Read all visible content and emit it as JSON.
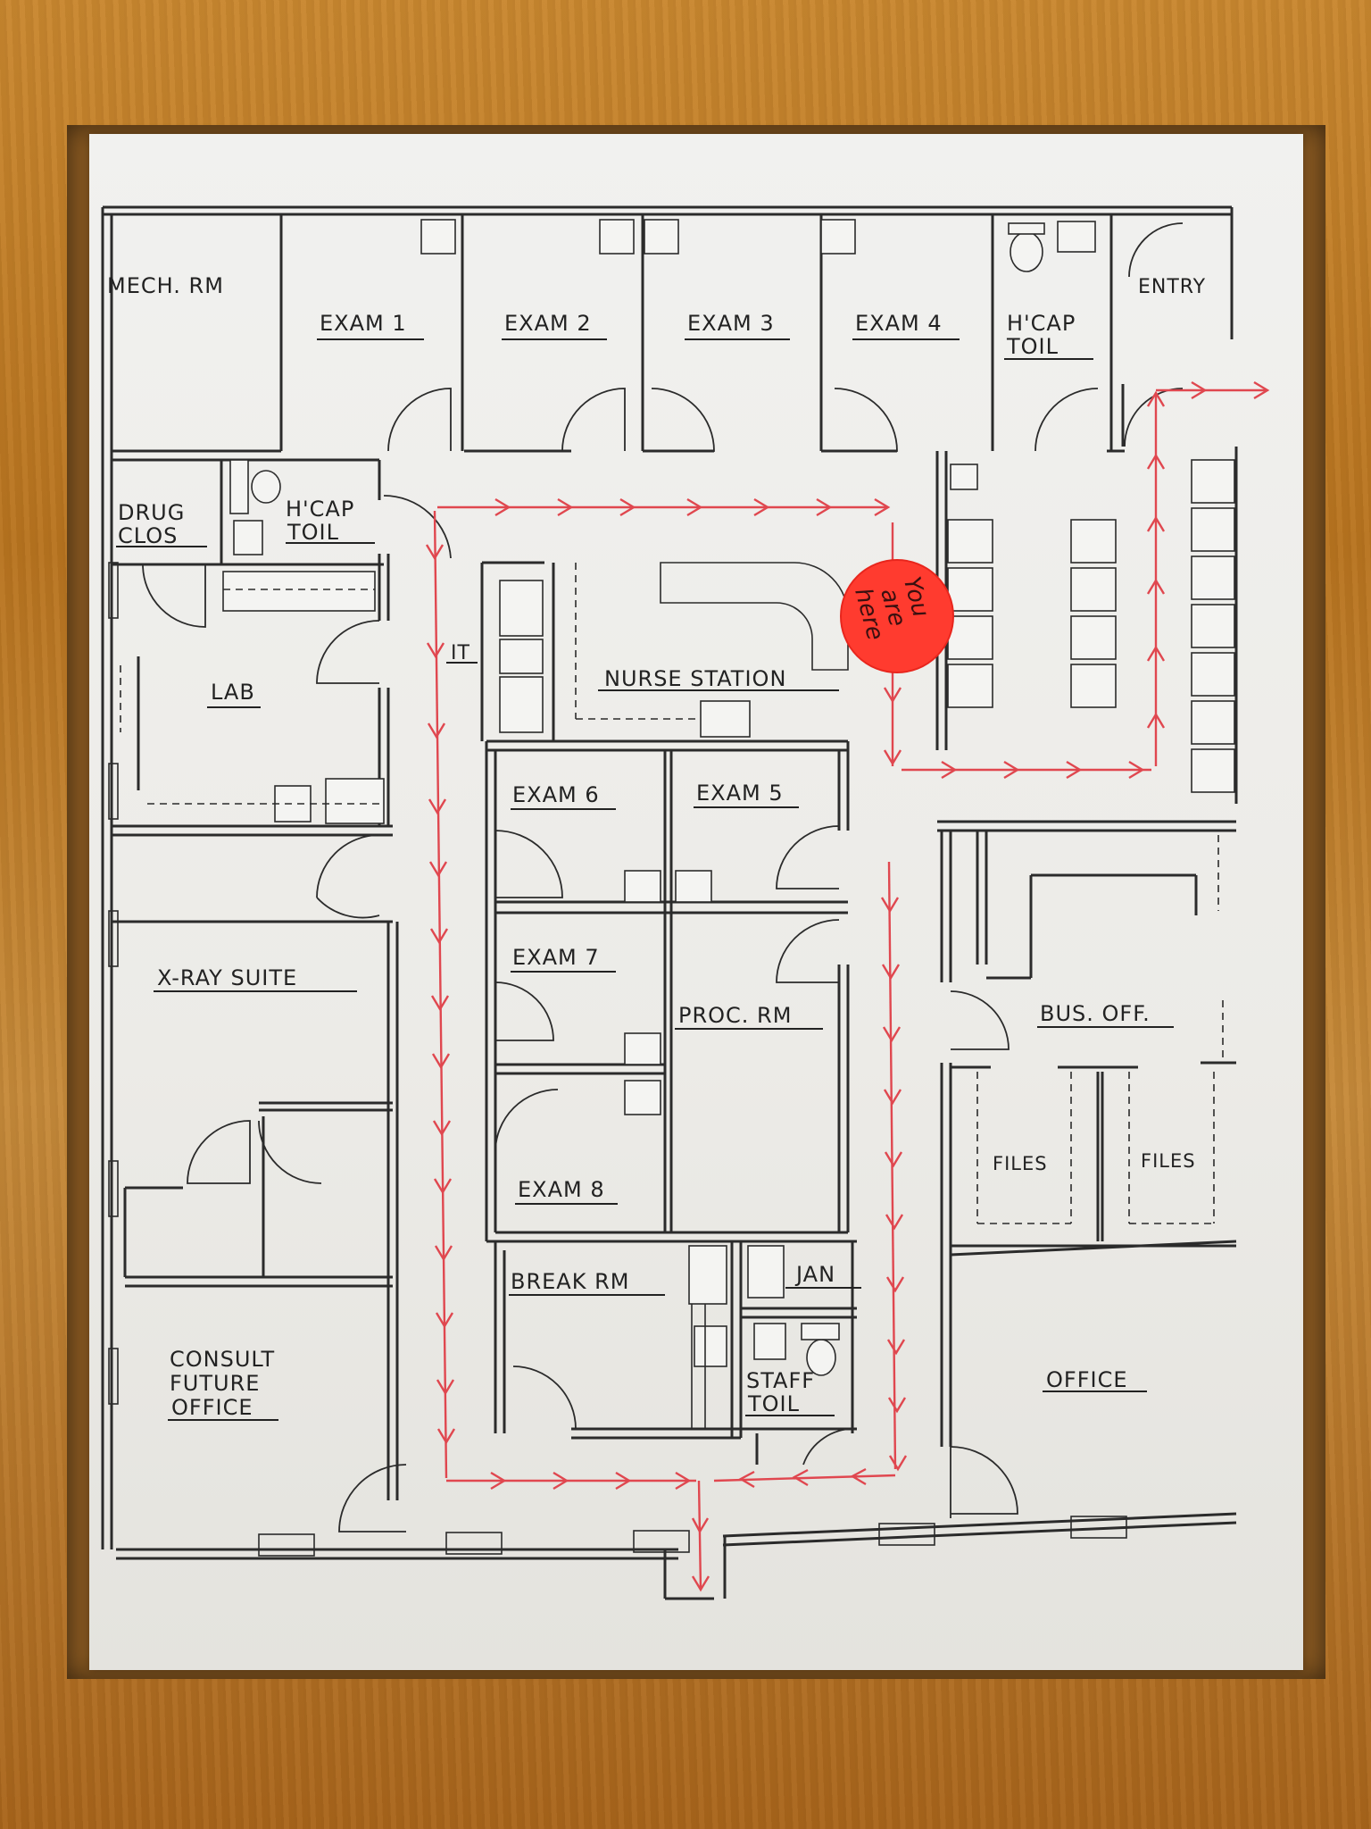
{
  "map": {
    "rooms": {
      "mech_rm": "MECH. RM",
      "exam1": "EXAM 1",
      "exam2": "EXAM 2",
      "exam3": "EXAM 3",
      "exam4": "EXAM 4",
      "hcap_toil_top_1": "H'CAP",
      "hcap_toil_top_2": "TOIL",
      "entry": "ENTRY",
      "drug_clos_1": "DRUG",
      "drug_clos_2": "CLOS",
      "hcap_toil_left_1": "H'CAP",
      "hcap_toil_left_2": "TOIL",
      "lab": "LAB",
      "it": "IT",
      "nurse_station": "NURSE STATION",
      "exam6": "EXAM 6",
      "exam5": "EXAM 5",
      "xray_suite": "X-RAY SUITE",
      "exam7": "EXAM 7",
      "proc_rm": "PROC. RM",
      "bus_off": "BUS. OFF.",
      "files_left": "FILES",
      "files_right": "FILES",
      "exam8": "EXAM 8",
      "break_rm": "BREAK RM",
      "jan": "JAN",
      "staff_toil_1": "STAFF",
      "staff_toil_2": "TOIL",
      "consult_1": "CONSULT",
      "consult_2": "FUTURE",
      "consult_3": "OFFICE",
      "office": "OFFICE"
    },
    "you_are_here": {
      "line1": "You",
      "line2": "are",
      "line3": "here",
      "color": "#ff3b2f"
    },
    "colors": {
      "route": "#e0474f",
      "frame": "#b8741f",
      "paper": "#efefec"
    }
  }
}
